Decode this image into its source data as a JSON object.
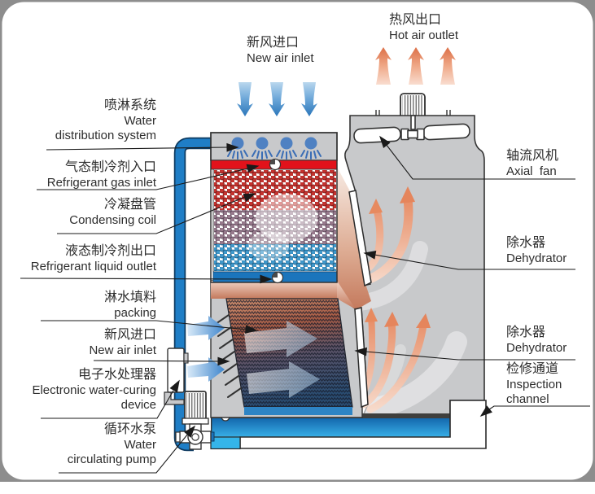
{
  "title": "evaporative-condenser-cooling-tower-diagram",
  "labels": {
    "new_air_top": {
      "zh": "新风进口",
      "en": "New air inlet"
    },
    "hot_air": {
      "zh": "热风出口",
      "en": "Hot air outlet"
    },
    "water_dist": {
      "zh": "喷淋系统",
      "en1": "Water",
      "en2": "distribution system"
    },
    "gas_inlet": {
      "zh": "气态制冷剂入口",
      "en": "Refrigerant gas inlet"
    },
    "coil": {
      "zh": "冷凝盘管",
      "en": "Condensing coil"
    },
    "liquid_outlet": {
      "zh": "液态制冷剂出口",
      "en": "Refrigerant liquid outlet"
    },
    "packing": {
      "zh": "淋水填料",
      "en": "packing"
    },
    "new_air_left": {
      "zh": "新风进口",
      "en": "New air inlet"
    },
    "e_water": {
      "zh": "电子水处理器",
      "en1": "Electronic water-curing",
      "en2": "device"
    },
    "pump": {
      "zh": "循环水泵",
      "en1": "Water",
      "en2": "circulating pump"
    },
    "axial_fan": {
      "zh": "轴流风机",
      "en": "Axial  fan"
    },
    "dehydrator1": {
      "zh": "除水器",
      "en": "Dehydrator"
    },
    "dehydrator2": {
      "zh": "除水器",
      "en": "Dehydrator"
    },
    "inspection": {
      "zh": "检修通道",
      "en1": "Inspection",
      "en2": "channel"
    }
  },
  "colors": {
    "frame_gray": "#8d8d8d",
    "tower_gray": "#c8c9cb",
    "outline": "#333333",
    "red_header": "#e2121b",
    "blue_header": "#1b75bc",
    "pipe_blue": "#1b75bc",
    "basin_blue_top": "#1468ae",
    "basin_blue_bottom": "#39b1e8",
    "cyan_water": "#35b5e9",
    "coil_red": "#c5322e",
    "coil_mauve": "#97798c",
    "coil_blue": "#3e98cb",
    "hot_air_orange": "#e2734d",
    "cool_air_blue": "#2e78bc",
    "nozzle_blue": "#4f81c2"
  }
}
